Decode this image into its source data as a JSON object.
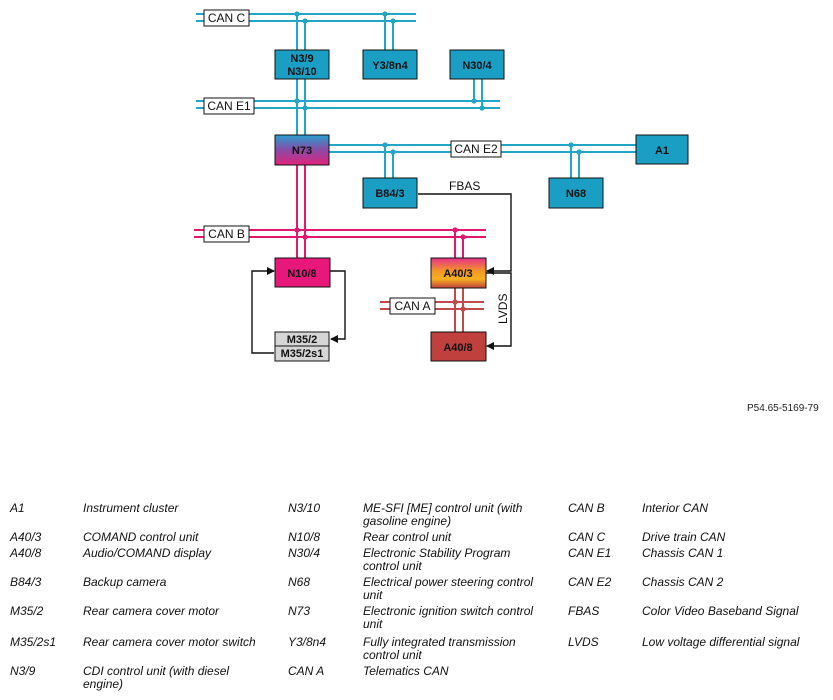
{
  "modules": {
    "n3_9": "N3/9",
    "n3_10": "N3/10",
    "y3_8n4": "Y3/8n4",
    "n30_4": "N30/4",
    "n73": "N73",
    "a1": "A1",
    "b84_3": "B84/3",
    "n68": "N68",
    "n10_8": "N10/8",
    "a40_3": "A40/3",
    "a40_8": "A40/8",
    "m35_2": "M35/2",
    "m35_2s1": "M35/2s1"
  },
  "buses": {
    "can_c": "CAN C",
    "can_e1": "CAN E1",
    "can_e2": "CAN E2",
    "can_b": "CAN B",
    "can_a": "CAN A",
    "fbas": "FBAS",
    "lvds": "LVDS"
  },
  "reference": "P54.65-5169-79",
  "legend": [
    {
      "code": "A1",
      "desc": "Instrument cluster"
    },
    {
      "code": "A40/3",
      "desc": "COMAND control unit"
    },
    {
      "code": "A40/8",
      "desc": "Audio/COMAND display"
    },
    {
      "code": "B84/3",
      "desc": "Backup camera"
    },
    {
      "code": "M35/2",
      "desc": "Rear camera cover motor"
    },
    {
      "code": "M35/2s1",
      "desc": "Rear camera cover motor switch"
    },
    {
      "code": "N3/9",
      "desc": "CDI control unit (with diesel engine)"
    },
    {
      "code": "N3/10",
      "desc": "ME-SFI [ME] control unit (with gasoline engine)"
    },
    {
      "code": "N10/8",
      "desc": "Rear control unit"
    },
    {
      "code": "N30/4",
      "desc": "Electronic Stability Program control unit"
    },
    {
      "code": "N68",
      "desc": "Electrical power steering control unit"
    },
    {
      "code": "N73",
      "desc": "Electronic ignition switch control unit"
    },
    {
      "code": "Y3/8n4",
      "desc": "Fully integrated transmission control unit"
    },
    {
      "code": "CAN A",
      "desc": "Telematics CAN"
    },
    {
      "code": "CAN B",
      "desc": "Interior CAN"
    },
    {
      "code": "CAN C",
      "desc": "Drive train CAN"
    },
    {
      "code": "CAN E1",
      "desc": "Chassis CAN 1"
    },
    {
      "code": "CAN E2",
      "desc": "Chassis CAN 2"
    },
    {
      "code": "FBAS",
      "desc": "Color Video Baseband Signal"
    },
    {
      "code": "LVDS",
      "desc": "Low voltage differential signal"
    }
  ],
  "colors": {
    "can_blue": "#23a6c6",
    "module_blue": "#1b9ec4",
    "can_pink": "#e5166e",
    "can_red": "#c04a4c",
    "module_gray": "#d6d6d6"
  }
}
